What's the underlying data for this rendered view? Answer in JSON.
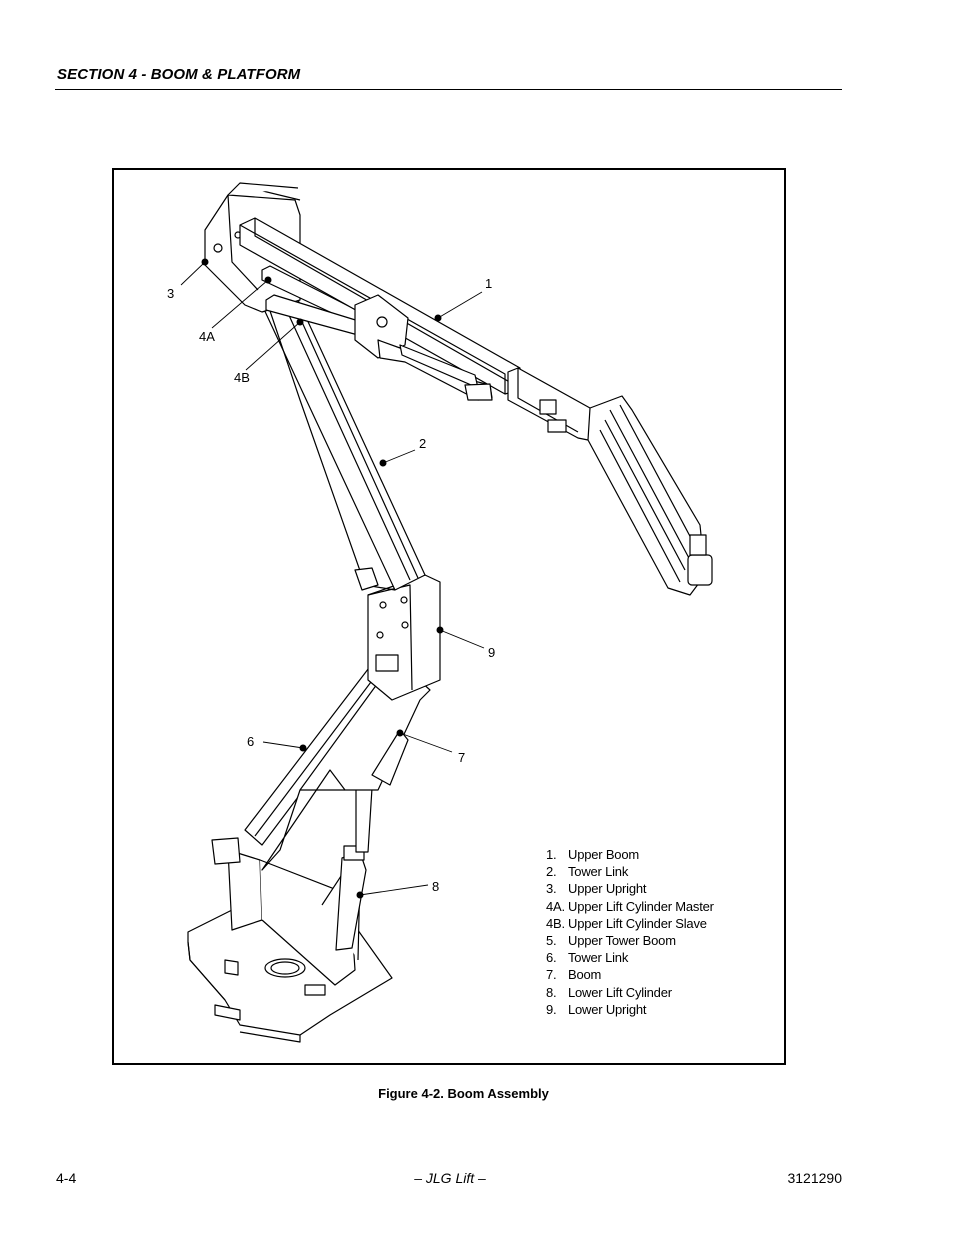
{
  "header": {
    "section_title": "SECTION 4 - BOOM & PLATFORM"
  },
  "figure": {
    "callouts": [
      "1",
      "2",
      "3",
      "4A",
      "4B",
      "6",
      "7",
      "8",
      "9"
    ],
    "legend": [
      {
        "num": "1.",
        "text": "Upper Boom"
      },
      {
        "num": "2.",
        "text": "Tower Link"
      },
      {
        "num": "3.",
        "text": "Upper Upright"
      },
      {
        "num": "4A.",
        "text": "Upper Lift Cylinder Master"
      },
      {
        "num": "4B.",
        "text": "Upper Lift Cylinder Slave"
      },
      {
        "num": "5.",
        "text": "Upper Tower Boom"
      },
      {
        "num": "6.",
        "text": "Tower Link"
      },
      {
        "num": "7.",
        "text": "Boom"
      },
      {
        "num": "8.",
        "text": "Lower Lift Cylinder"
      },
      {
        "num": "9.",
        "text": "Lower Upright"
      }
    ],
    "caption": "Figure 4-2.  Boom Assembly"
  },
  "footer": {
    "page_number": "4-4",
    "center": "– JLG Lift –",
    "doc_number": "3121290"
  }
}
